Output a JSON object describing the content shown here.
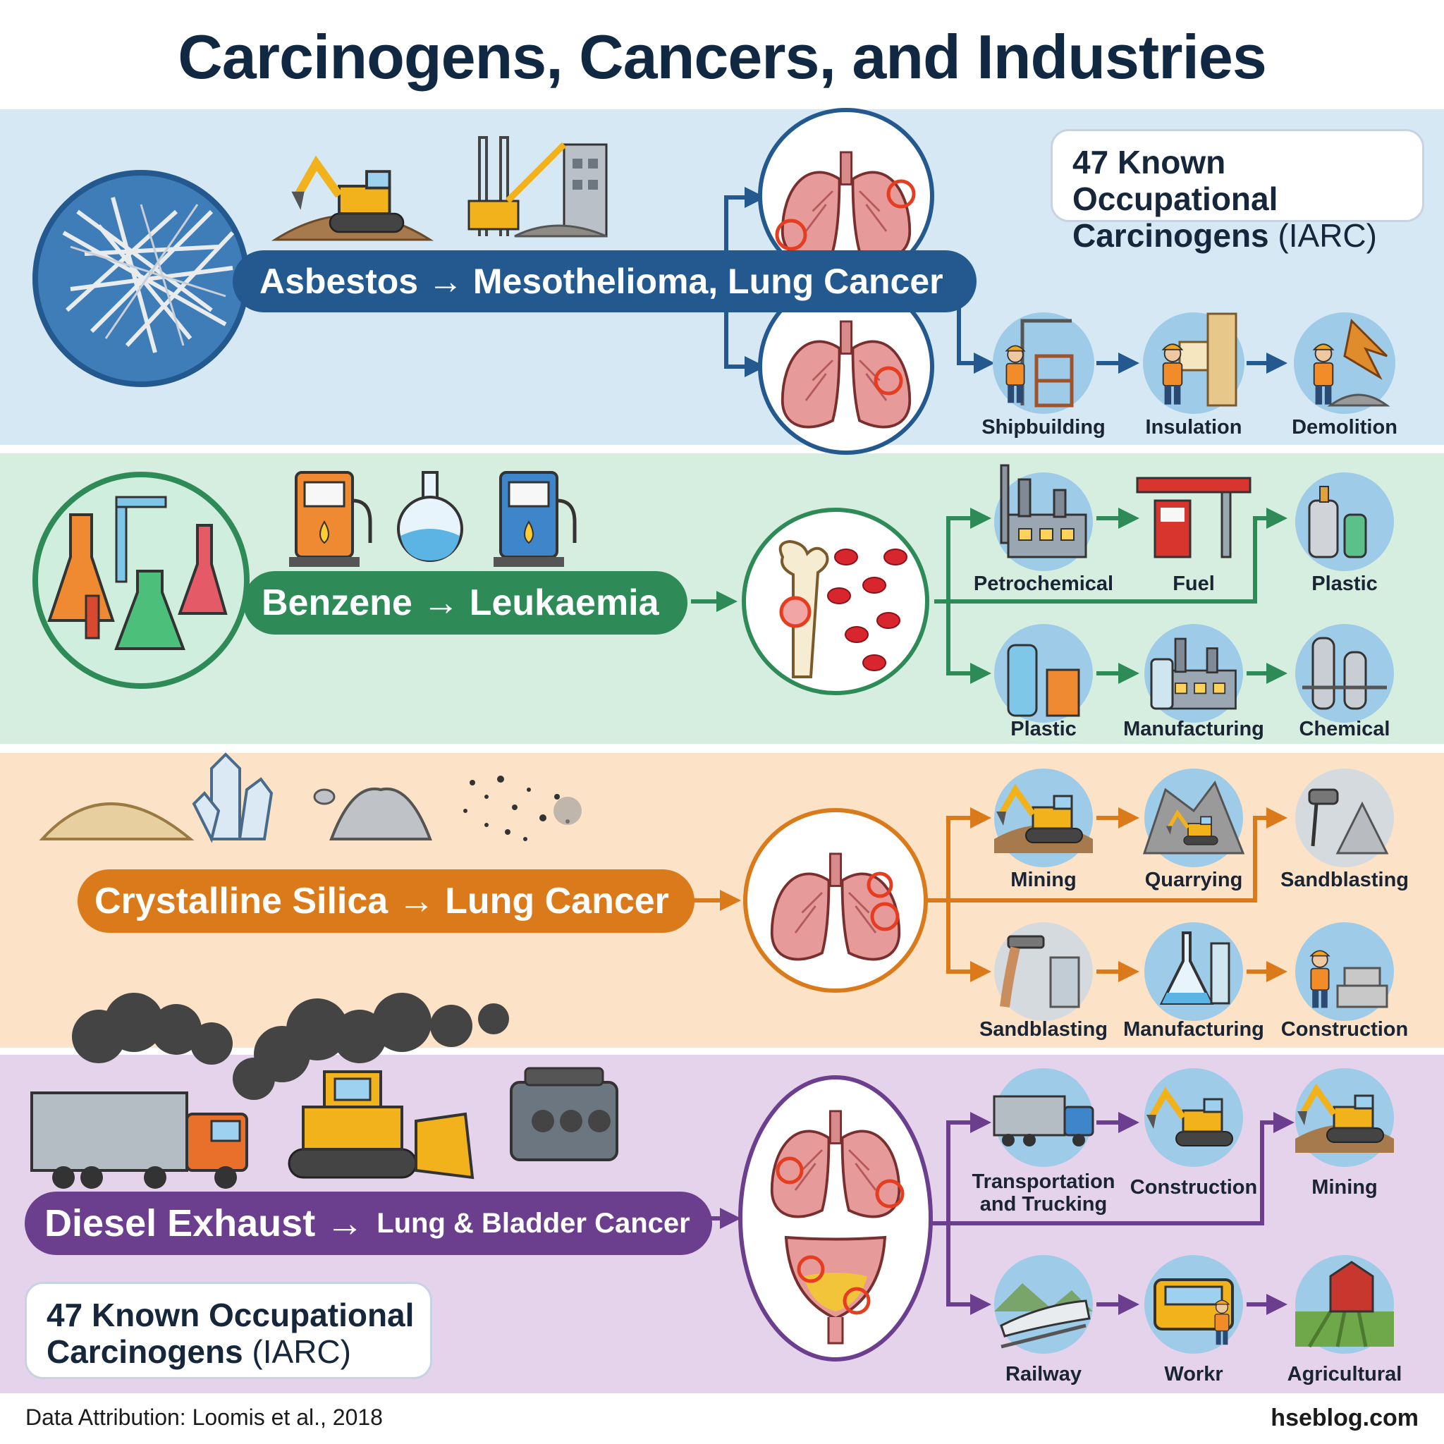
{
  "title": "Carcinogens, Cancers, and Industries",
  "badge": {
    "line1": "47 Known Occupational",
    "line2_bold": "Carcinogens",
    "line2_rest": " (IARC)"
  },
  "rows": [
    {
      "id": "asbestos",
      "color": "#23598f",
      "bg": "#d5e8f4",
      "label": "Asbestos → Mesothelioma, Lung Cancer",
      "industries": [
        "Shipbuilding",
        "Insulation",
        "Demolition"
      ]
    },
    {
      "id": "benzene",
      "color": "#2e8b57",
      "bg": "#d6eedf",
      "label": "Benzene → Leukaemia",
      "industries_top": [
        "Petrochemical",
        "Fuel",
        "Plastic"
      ],
      "industries_bottom": [
        "Plastic",
        "Manufacturing",
        "Chemical"
      ]
    },
    {
      "id": "silica",
      "color": "#db7a1b",
      "bg": "#fce2c7",
      "label": "Crystalline Silica → Lung Cancer",
      "industries_top": [
        "Mining",
        "Quarrying",
        "Sandblasting"
      ],
      "industries_bottom": [
        "Sandblasting",
        "Manufacturing",
        "Construction"
      ]
    },
    {
      "id": "diesel",
      "color": "#6b3f8e",
      "bg": "#e4d3ea",
      "label_main": "Diesel Exhaust →",
      "label_sub": "Lung & Bladder Cancer",
      "industries_top": [
        "Transportation and Trucking",
        "Construction",
        "Mining"
      ],
      "industries_bottom": [
        "Railway",
        "Workr",
        "Agricultural"
      ]
    }
  ],
  "footer": {
    "attribution": "Data Attribution: Loomis et al., 2018",
    "site": "hseblog.com"
  }
}
